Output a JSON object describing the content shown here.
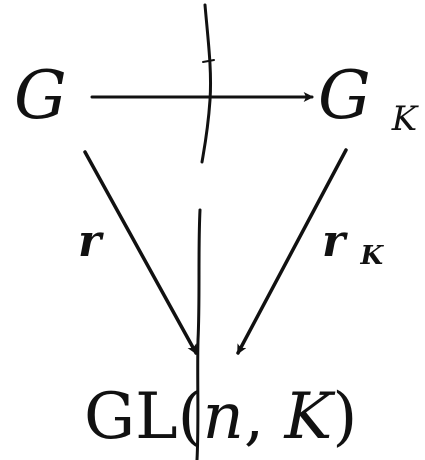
{
  "diagram": {
    "nodes": {
      "top_left": {
        "base": "G",
        "sub": ""
      },
      "top_right": {
        "base": "G",
        "sub": "K"
      },
      "bottom": {
        "base": "GL(",
        "arg1": "n",
        "sep": ", ",
        "arg2": "K",
        "close": ")"
      }
    },
    "edges": {
      "left_arrow_label": {
        "base": "r",
        "sub": ""
      },
      "right_arrow_label": {
        "base": "r",
        "sub": "K"
      }
    },
    "colors": {
      "ink": "#111111",
      "background": "#ffffff"
    }
  }
}
